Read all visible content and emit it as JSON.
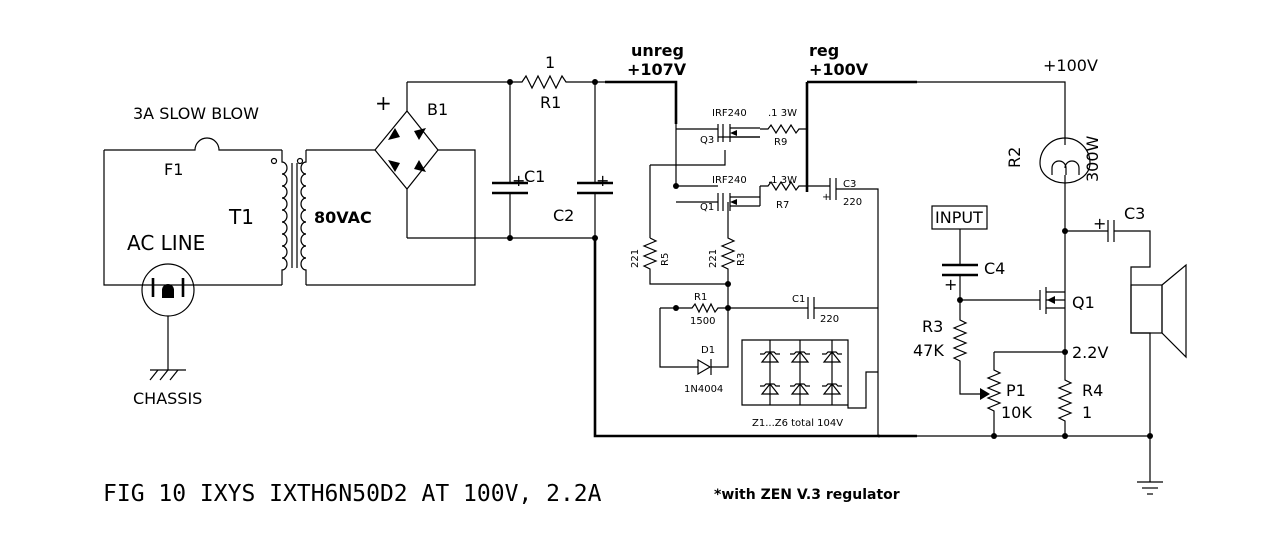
{
  "labels": {
    "fuse_rating": "3A SLOW BLOW",
    "fuse": "F1",
    "transformer": "T1",
    "ac_line": "AC LINE",
    "chassis": "CHASSIS",
    "secondary": "80VAC",
    "bridge": "B1",
    "bridge_plus": "+",
    "r1_value": "1",
    "r1": "R1",
    "c1": "C1",
    "c1_plus": "+",
    "c2": "C2",
    "c2_plus": "+",
    "unreg": "unreg",
    "unreg_voltage": "+107V",
    "reg": "reg",
    "reg_voltage": "+100V",
    "rail": "+100V",
    "q3_part": "IRF240",
    "q3": "Q3",
    "r9_value": ".1  3W",
    "r9": "R9",
    "q1_part": "IRF240",
    "q1_reg": "Q1",
    "r7_value": ".1  3W",
    "r7": "R7",
    "c3_reg": "C3",
    "c3_reg_value": "220",
    "r5_value": "221",
    "r5": "R5",
    "r3_reg_value": "221",
    "r3_reg": "R3",
    "r1_reg": "R1",
    "r1_reg_value": "1500",
    "c1_reg": "C1",
    "c1_reg_value": "220",
    "d1": "D1",
    "d1_part": "1N4004",
    "zener_note": "Z1...Z6 total 104V",
    "r2": "R2",
    "r2_value": "300W",
    "input": "INPUT",
    "c4": "C4",
    "c4_plus": "+",
    "c3": "C3",
    "c3_plus": "+",
    "q1": "Q1",
    "r3": "R3",
    "r3_value": "47K",
    "p1": "P1",
    "p1_value": "10K",
    "r4": "R4",
    "r4_value": "1",
    "bias_voltage": "2.2V"
  },
  "caption": {
    "main": "FIG 10  IXYS  IXTH6N50D2 AT 100V, 2.2A",
    "note": "*with ZEN V.3 regulator"
  }
}
